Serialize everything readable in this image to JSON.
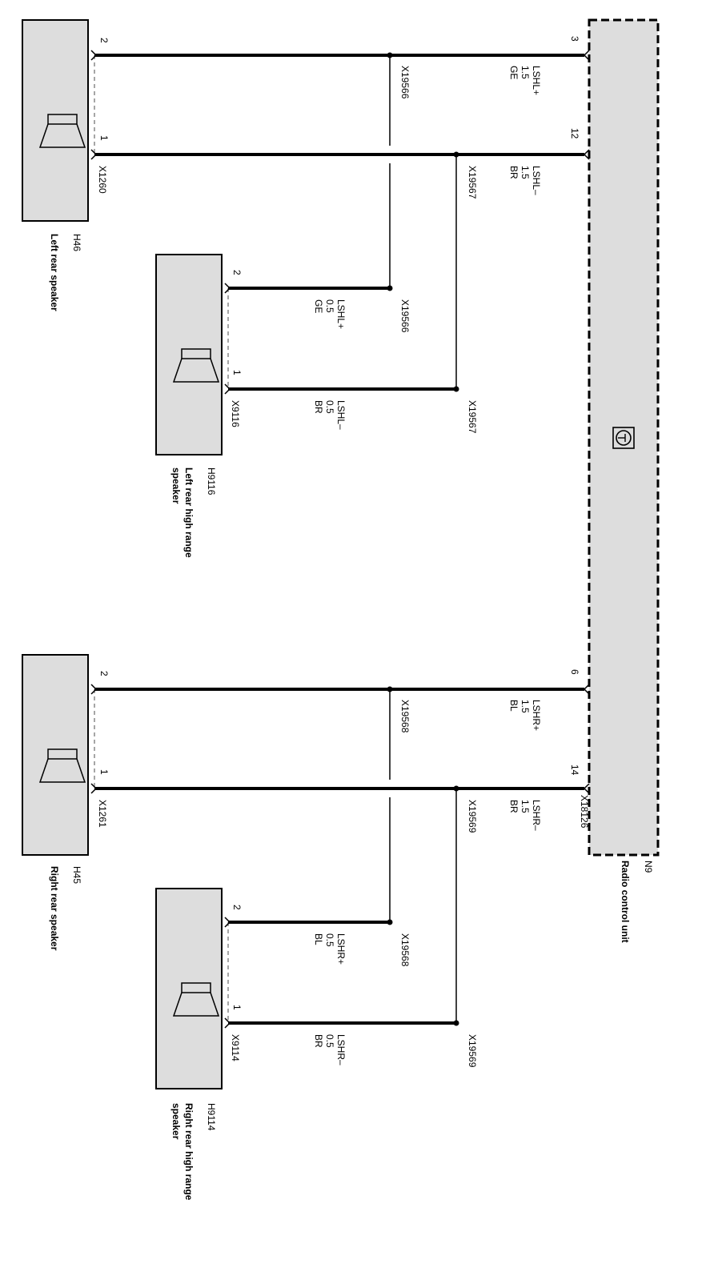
{
  "unit": {
    "id": "N9",
    "name": "Radio control unit",
    "connector_a": "",
    "connector_b": "X18126",
    "logo": "radio-symbol",
    "fill_color": "#dddddd"
  },
  "speakers": {
    "left_rear": {
      "id": "H46",
      "name": "Left rear speaker",
      "connector": "X1260",
      "pin_plus": "2",
      "pin_minus": "1"
    },
    "left_rear_high": {
      "id": "H9116",
      "name_line1": "Left rear high range",
      "name_line2": "speaker",
      "connector": "X9116",
      "pin_plus": "2",
      "pin_minus": "1"
    },
    "right_rear": {
      "id": "H45",
      "name": "Right rear speaker",
      "connector": "X1261",
      "pin_plus": "2",
      "pin_minus": "1"
    },
    "right_rear_high": {
      "id": "H9114",
      "name_line1": "Right rear high range",
      "name_line2": "speaker",
      "connector": "X9114",
      "pin_plus": "2",
      "pin_minus": "1"
    }
  },
  "wires": {
    "lshl_plus_main": {
      "signal": "LSHL+",
      "size": "1.5",
      "color": "GE",
      "unit_pin": "3",
      "splice": "X19566"
    },
    "lshl_minus_main": {
      "signal": "LSHL–",
      "size": "1.5",
      "color": "BR",
      "unit_pin": "12",
      "splice": "X19567"
    },
    "lshl_plus_high": {
      "signal": "LSHL+",
      "size": "0.5",
      "color": "GE",
      "splice": "X19566"
    },
    "lshl_minus_high": {
      "signal": "LSHL–",
      "size": "0.5",
      "color": "BR",
      "splice": "X19567"
    },
    "lshr_plus_main": {
      "signal": "LSHR+",
      "size": "1.5",
      "color": "BL",
      "unit_pin": "6",
      "splice": "X19568"
    },
    "lshr_minus_main": {
      "signal": "LSHR–",
      "size": "1.5",
      "color": "BR",
      "unit_pin": "14",
      "splice": "X19569"
    },
    "lshr_plus_high": {
      "signal": "LSHR+",
      "size": "0.5",
      "color": "BL",
      "splice": "X19568"
    },
    "lshr_minus_high": {
      "signal": "LSHR–",
      "size": "0.5",
      "color": "BR",
      "splice": "X19569"
    }
  }
}
